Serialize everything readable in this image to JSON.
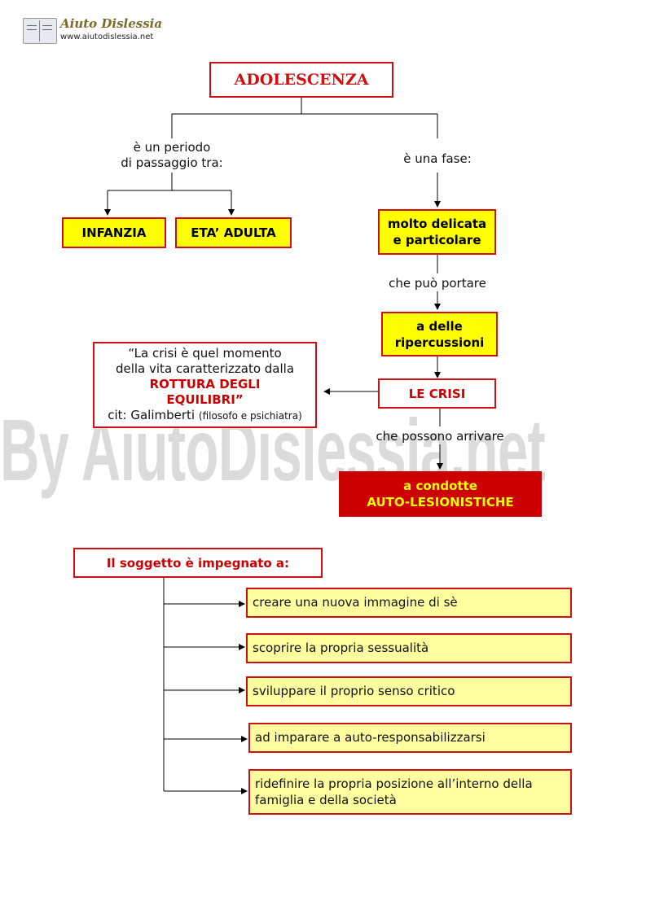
{
  "header": {
    "logo_title": "Aiuto Dislessia",
    "logo_url": "www.aiutodislessia.net"
  },
  "watermark": "By AiutoDislessia.net",
  "diagram": {
    "title": "ADOLESCENZA",
    "left_label": [
      "è un periodo",
      "di passaggio tra:"
    ],
    "right_label": "è una fase:",
    "infanzia": "INFANZIA",
    "eta_adulta": "ETA’ ADULTA",
    "delicata": [
      "molto delicata",
      "e particolare"
    ],
    "portare": "che può portare",
    "ripercussioni": [
      "a delle",
      "ripercussioni"
    ],
    "crisi": "LE CRISI",
    "arrivare": "che possono arrivare",
    "condotte": [
      "a condotte",
      "AUTO-LESIONISTICHE"
    ],
    "quote": {
      "line1": "“La crisi è quel momento",
      "line2": "della vita  caratterizzato dalla",
      "line3": "ROTTURA DEGLI",
      "line4": "EQUILIBRI”",
      "cit": "cit: Galimberti",
      "cit_note": "(filosofo e psichiatra)"
    },
    "soggetto": "Il soggetto è impegnato a:",
    "tasks": [
      "creare una nuova immagine di sè",
      "scoprire la propria sessualità",
      "sviluppare il proprio senso critico",
      "ad imparare a auto-responsabilizzarsi",
      "ridefinire la propria posizione all’interno della famiglia e della società"
    ]
  },
  "colors": {
    "red": "#d01010",
    "yellow": "#ffff00",
    "pale_yellow": "#ffffa0",
    "dark_red": "#cc0000"
  }
}
